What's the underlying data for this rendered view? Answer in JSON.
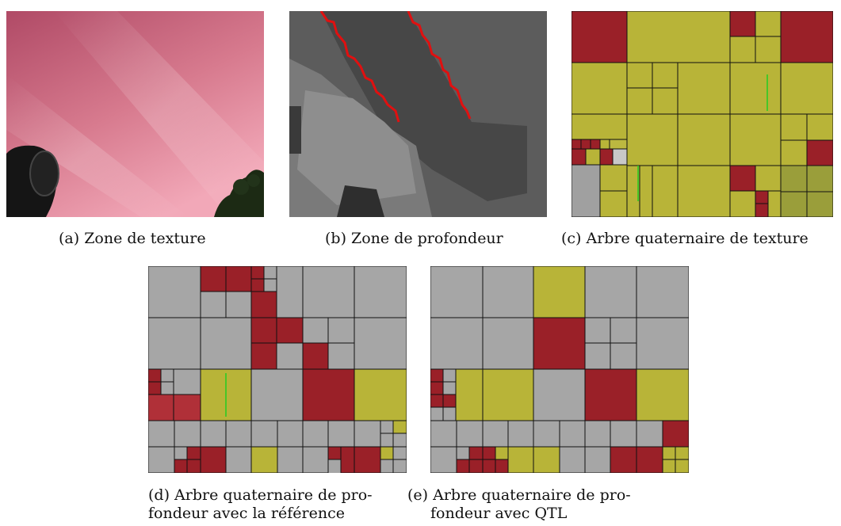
{
  "figure": {
    "captions": {
      "a": "(a) Zone de texture",
      "b": "(b) Zone de profondeur",
      "c": "(c) Arbre quaternaire de texture",
      "d_line1": "(d) Arbre quaternaire de pro-",
      "d_line2": "fondeur avec la référence",
      "e_line1": "(e) Arbre quaternaire de pro-",
      "e_line2": "fondeur avec QTL"
    },
    "colors": {
      "sky_pink": "#c8607a",
      "sky_light": "#f0a0b0",
      "depth_gray": "#5a5a5a",
      "edge_red": "#e01010",
      "block_red": "#9a2028",
      "block_yellow": "#b8b438",
      "block_gray": "#a8a8a8",
      "grid_line": "#111111"
    }
  }
}
